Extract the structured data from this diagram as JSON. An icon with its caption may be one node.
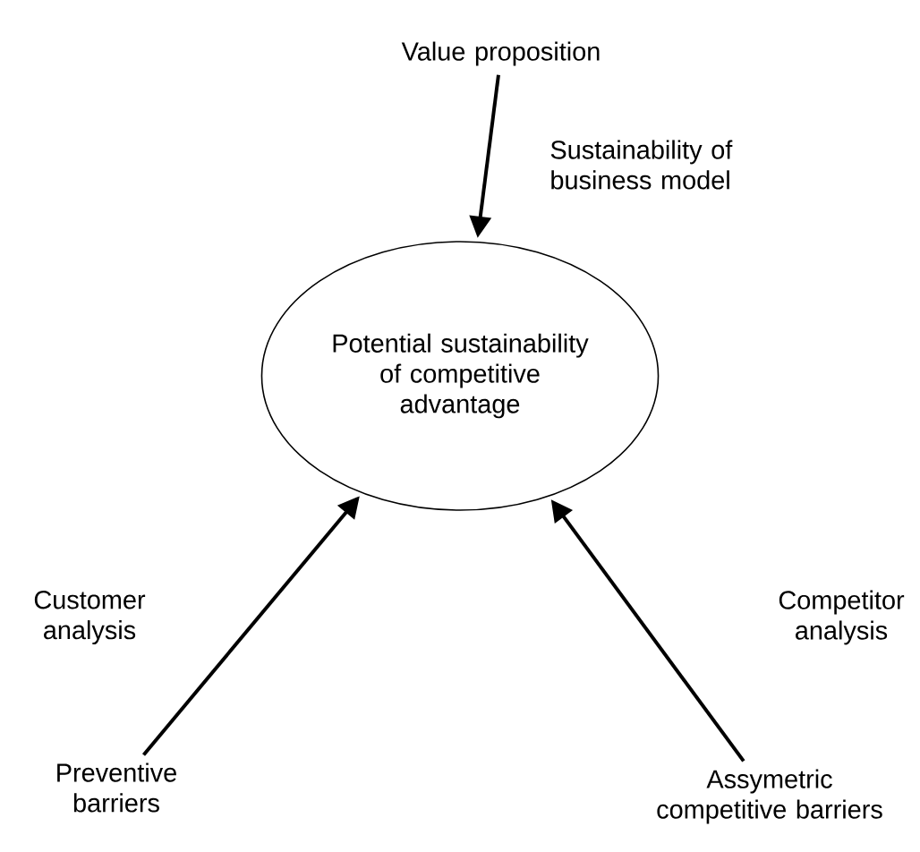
{
  "diagram": {
    "nodes": [
      {
        "text": [
          "Value proposition"
        ]
      },
      {
        "text": [
          "Potential sustainability of competitive advantage"
        ]
      },
      {
        "text": [
          "Preventive barriers"
        ]
      },
      {
        "text": [
          "Assymetric competitive barriers"
        ]
      }
    ],
    "edges": [
      {
        "from": 0,
        "to": 1,
        "arrow": "to",
        "label": "Sustainability of business model"
      },
      {
        "from": 2,
        "to": 1,
        "arrow": "to",
        "label": "Customer analysis"
      },
      {
        "from": 3,
        "to": 1,
        "arrow": "to",
        "label": "Competitor analysis"
      }
    ]
  }
}
